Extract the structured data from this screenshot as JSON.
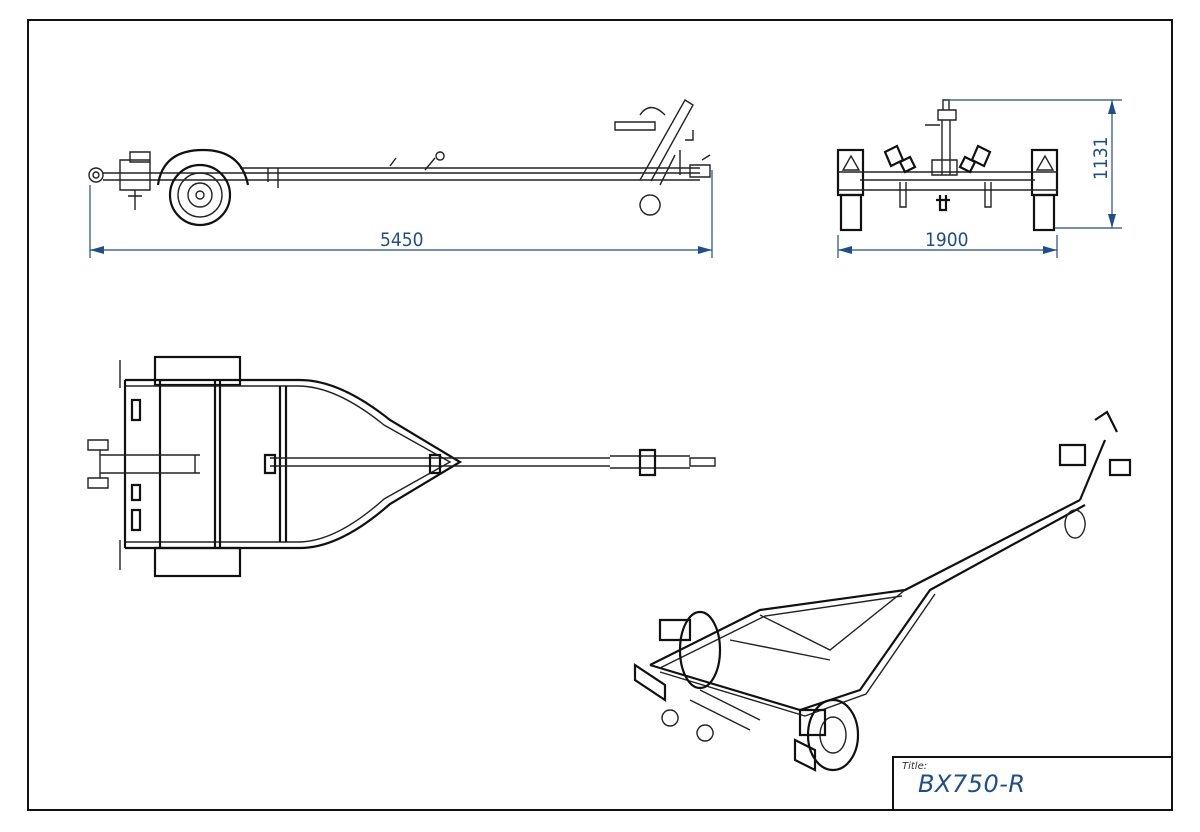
{
  "drawing": {
    "title_label": "Title:",
    "title": "BX750-R",
    "dimensions": {
      "length": "5450",
      "width": "1900",
      "height": "1131"
    },
    "views": [
      "side-view",
      "front-view",
      "top-view",
      "isometric-view"
    ],
    "colors": {
      "line": "#222222",
      "dimension": "#1f4e8c"
    }
  }
}
